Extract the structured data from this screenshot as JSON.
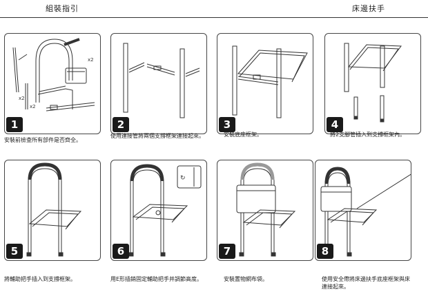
{
  "header": {
    "left_title": "組裝指引",
    "right_title": "床邊扶手"
  },
  "steps": [
    {
      "number": "1",
      "caption": "安裝前檢查所有部件是否齊全。",
      "labels": [
        "x2",
        "x2",
        "x2"
      ]
    },
    {
      "number": "2",
      "caption": "使用連接管將兩個支撐框架連接起來。"
    },
    {
      "number": "3",
      "caption": "安裝底座框架。"
    },
    {
      "number": "4",
      "caption": "將2支腳管插入到支撐框架內。"
    },
    {
      "number": "5",
      "caption": "將輔助把手插入到支撐框架。"
    },
    {
      "number": "6",
      "caption": "用E形插銷固定輔助把手并調節高度。"
    },
    {
      "number": "7",
      "caption": "安裝置物網布袋。"
    },
    {
      "number": "8",
      "caption": "使用安全帶將床邊扶手底座框架與床連接起來。"
    }
  ]
}
